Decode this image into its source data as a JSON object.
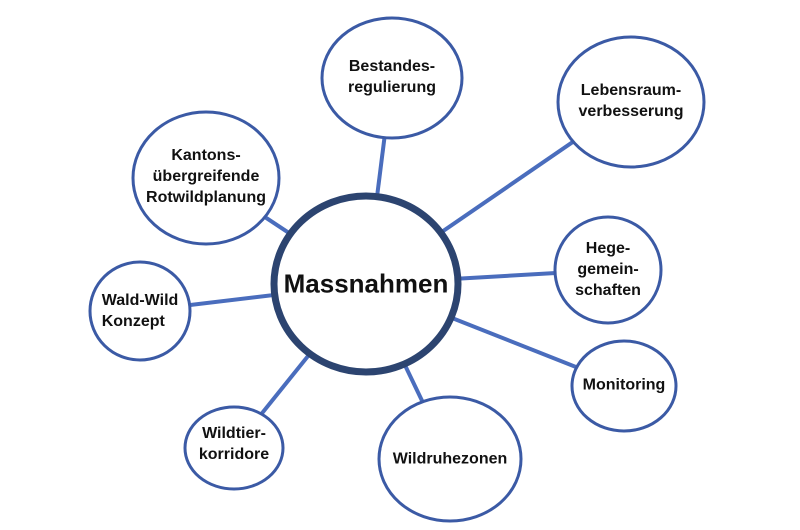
{
  "diagram": {
    "center": {
      "id": "massnahmen",
      "label": "Massnahmen"
    },
    "nodes": [
      {
        "id": "bestandesregulierung",
        "label": "Bestandes-\nregulierung"
      },
      {
        "id": "lebensraumverbesserung",
        "label": "Lebensraum-\nverbesserung"
      },
      {
        "id": "hegegemeinschaften",
        "label": "Hege-\ngemein-\nschaften"
      },
      {
        "id": "monitoring",
        "label": "Monitoring"
      },
      {
        "id": "wildruhezonen",
        "label": "Wildruhezonen"
      },
      {
        "id": "wildtierkorridore",
        "label": "Wildtier-\nkorridore"
      },
      {
        "id": "waldwildkonzept",
        "label": "Wald-Wild\nKonzept"
      },
      {
        "id": "kantonsuebergreifende",
        "label": "Kantons-\nübergreifende\nRotwildplanung"
      }
    ],
    "colors": {
      "connector": "#4a6dbd",
      "node_border": "#3b5aa5",
      "center_border": "#2c4470",
      "node_fill": "#ffffff",
      "background": "#ffffff",
      "text": "#111111"
    }
  }
}
